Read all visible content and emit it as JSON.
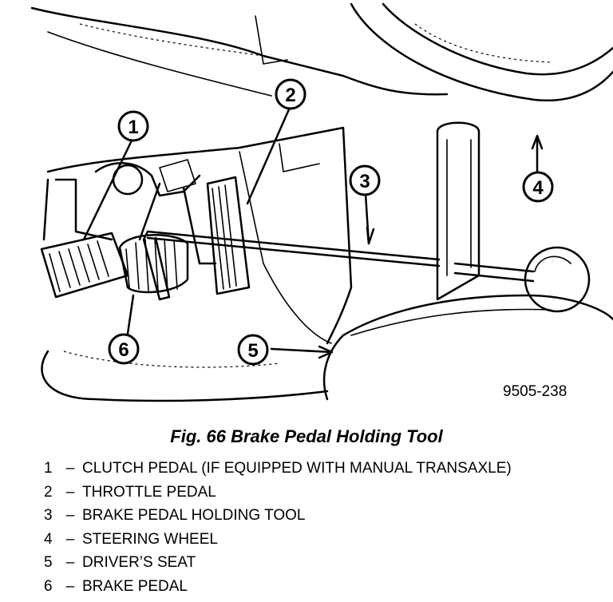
{
  "figure": {
    "id_label": "9505-238",
    "caption": "Fig. 66 Brake Pedal Holding Tool"
  },
  "callouts": [
    "1",
    "2",
    "3",
    "4",
    "5",
    "6"
  ],
  "legend": [
    {
      "num": "1",
      "text": "CLUTCH PEDAL (IF EQUIPPED WITH MANUAL TRANSAXLE)"
    },
    {
      "num": "2",
      "text": "THROTTLE PEDAL"
    },
    {
      "num": "3",
      "text": "BRAKE PEDAL HOLDING TOOL"
    },
    {
      "num": "4",
      "text": "STEERING WHEEL"
    },
    {
      "num": "5",
      "text": "DRIVER’S SEAT"
    },
    {
      "num": "6",
      "text": "BRAKE PEDAL"
    }
  ],
  "separator": "–"
}
